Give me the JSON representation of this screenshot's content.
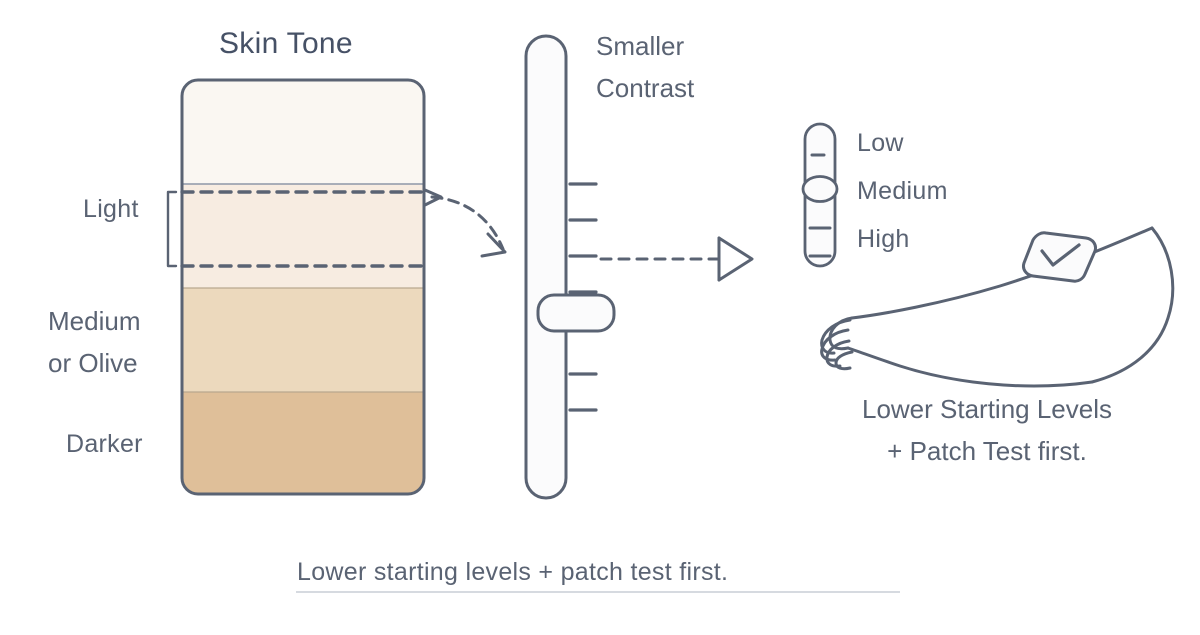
{
  "diagram": {
    "title": "Skin Tone",
    "skin_panel": {
      "name": "skin-tone-scale",
      "bands": [
        {
          "id": "band-very-light",
          "color": "#faf7f2"
        },
        {
          "id": "band-light",
          "color": "#f7ece1"
        },
        {
          "id": "band-medium",
          "color": "#ecd9bd"
        },
        {
          "id": "band-darker",
          "color": "#dfbf99"
        }
      ],
      "selection": {
        "label": "Light",
        "note": "dashed selection band"
      }
    },
    "side_labels": [
      {
        "id": "label-light",
        "text": "Light"
      },
      {
        "id": "label-medium",
        "line1": "Medium",
        "line2": "or Olive"
      },
      {
        "id": "label-darker",
        "text": "Darker"
      }
    ],
    "contrast_slider": {
      "name": "contrast-slider",
      "caption_line1": "Smaller",
      "caption_line2": "Contrast",
      "thumb_position_pct": 62,
      "tick_count": 6
    },
    "level_slider": {
      "name": "level-slider",
      "ticks": [
        {
          "id": "tick-low",
          "label": "Low"
        },
        {
          "id": "tick-medium",
          "label": "Medium"
        },
        {
          "id": "tick-high",
          "label": "High"
        }
      ],
      "selected": "Medium"
    },
    "arm": {
      "name": "forearm-with-patch",
      "patch_icon": "check-icon"
    },
    "callout": {
      "line1": "Lower Starting Levels",
      "line2": "+ Patch Test first."
    },
    "footer_note": "Lower starting levels + patch test first.",
    "colors": {
      "stroke": "#5a6373",
      "stroke_light": "#8d97a8",
      "panel_fill": "#fbfbfc",
      "text": "#5a6373"
    }
  }
}
